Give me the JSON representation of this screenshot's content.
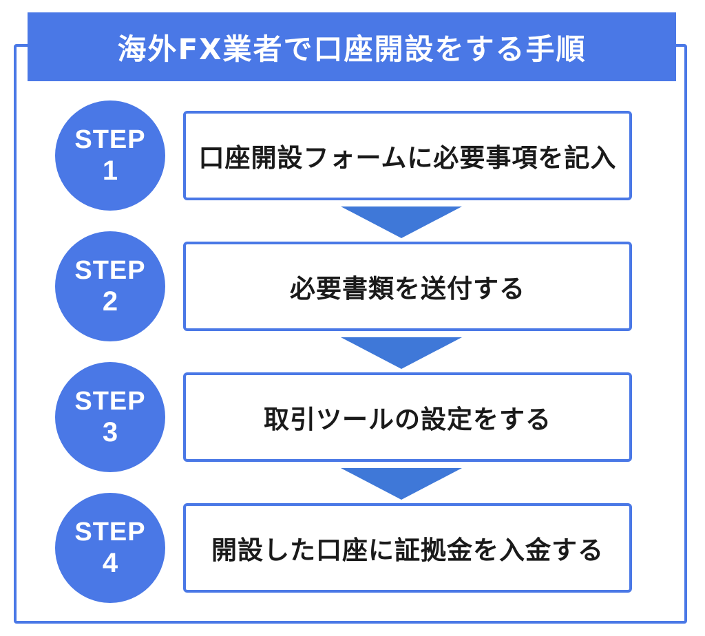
{
  "title": "海外FX業者で口座開設をする手順",
  "steps": [
    {
      "label": "STEP",
      "number": "1",
      "text": "口座開設フォームに必要事項を記入"
    },
    {
      "label": "STEP",
      "number": "2",
      "text": "必要書類を送付する"
    },
    {
      "label": "STEP",
      "number": "3",
      "text": "取引ツールの設定をする"
    },
    {
      "label": "STEP",
      "number": "4",
      "text": "開設した口座に証拠金を入金する"
    }
  ],
  "colors": {
    "accent": "#4a78e6",
    "arrow": "#3f78d8",
    "text": "#1a1a1a",
    "background": "#ffffff"
  }
}
